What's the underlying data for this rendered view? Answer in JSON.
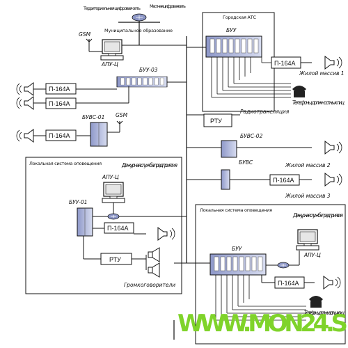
{
  "labels": {
    "territorial_net": "Территориальная цифровая сеть",
    "local_net": "Местная цифровая сеть",
    "gsm_top": "GSM",
    "municipal": "Муниципальное образование",
    "apu_top": "АПУ-Ц",
    "city_ats": "Городская АТС",
    "buu_top": "БУУ",
    "p164_top": "П-164А",
    "zhiloy1": "Жилой массив 1",
    "buu03": "БУУ-03",
    "p164_a": "П-164А",
    "p164_b": "П-164А",
    "phones_top": "Телефоны должностных лиц",
    "rtu_top": "РТУ",
    "radio": "Радиотрансляция",
    "buvs01": "БУВС-01",
    "gsm_mid": "GSM",
    "p164_c": "П-164А",
    "buvs02": "БУВС-02",
    "buvs": "БУВС",
    "zhiloy2": "Жилой массив 2",
    "p164_d": "П-164А",
    "zhiloy3": "Жилой массив 3",
    "local_sys_left": "Локальная система оповещения",
    "duty_left": "Дежурная служба предприятия",
    "apu_left": "АПУ-Ц",
    "buu01": "БУУ-01",
    "p164_e": "П-164А",
    "rtu_left": "РТУ",
    "loudspeakers": "Громкоговорители",
    "local_sys_right": "Локальная система оповещения",
    "duty_right": "Дежурная служба предприятия",
    "apu_right": "АПУ-Ц",
    "buu_bottom": "БУУ",
    "p164_f": "П-164А",
    "phones_bottom": "Телефоны должностных лиц",
    "watermark": "WWW.MON24.S"
  },
  "icons": {
    "speaker": "loudspeaker-horn-icon",
    "phone": "telephone-icon",
    "computer": "computer-terminal-icon",
    "router": "router-icon",
    "antenna": "gsm-antenna-icon",
    "cabinet": "equipment-cabinet-icon"
  },
  "colors": {
    "line": "#111111",
    "device_blue": "#a9b3dc",
    "device_dark": "#6d77a8",
    "watermark": "#7fd32a"
  }
}
